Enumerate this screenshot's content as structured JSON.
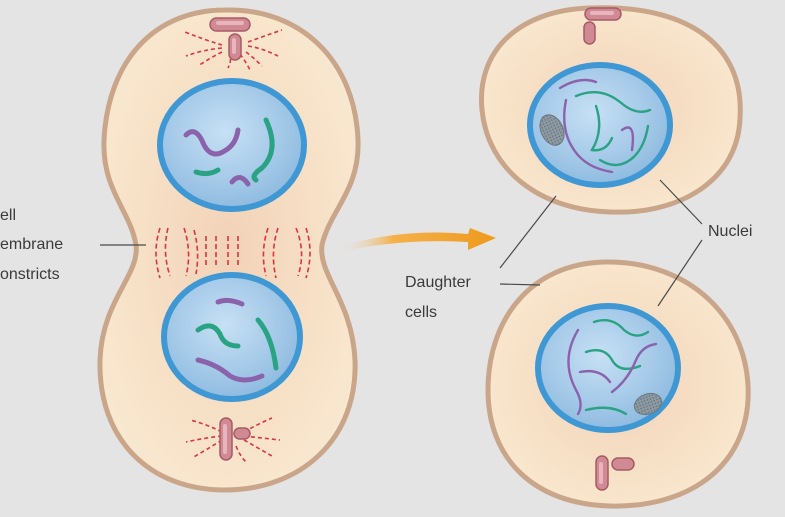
{
  "labels": {
    "membrane_line1": "ell",
    "membrane_line2": "embrane",
    "membrane_line3": "onstricts",
    "daughter_line1": "Daughter",
    "daughter_line2": "cells",
    "nuclei": "Nuclei"
  },
  "colors": {
    "background": "#e4e4e4",
    "cytoplasm": "#f6e1c7",
    "cell_membrane": "#c9a68a",
    "nucleus_fill": "#a9cdea",
    "nuclear_envelope": "#3f98d3",
    "chromosome_purple": "#8a63ab",
    "chromosome_green": "#29a383",
    "spindle_fibers": "#e0323f",
    "centriole": "#c87a86",
    "arrow": "#f0a024"
  },
  "icons": [
    "centriole-icon",
    "chromosome-icon",
    "arrow-icon",
    "nucleolus-icon"
  ]
}
